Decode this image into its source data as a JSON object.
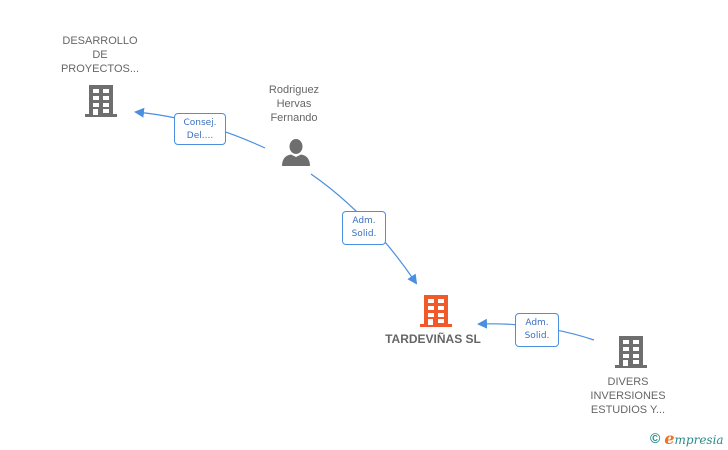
{
  "colors": {
    "edge": "#4a8fe0",
    "company_icon": "#6e6e6e",
    "main_company_icon": "#f2592a",
    "person_icon": "#6e6e6e",
    "label_text": "#666666",
    "brand_teal": "#2a8a8a",
    "brand_orange": "#f07020"
  },
  "nodes": {
    "desarrollo": {
      "type": "company",
      "icon": "building-icon",
      "label_lines": [
        "DESARROLLO",
        "DE",
        "PROYECTOS..."
      ]
    },
    "rodriguez": {
      "type": "person",
      "icon": "person-icon",
      "label_lines": [
        "Rodriguez",
        "Hervas",
        "Fernando"
      ]
    },
    "tardevinas": {
      "type": "company",
      "icon": "building-icon",
      "main": true,
      "label_lines": [
        "TARDEVIÑAS SL"
      ]
    },
    "divers": {
      "type": "company",
      "icon": "building-icon",
      "label_lines": [
        "DIVERS",
        "INVERSIONES",
        "ESTUDIOS Y..."
      ]
    }
  },
  "edges": [
    {
      "from": "rodriguez",
      "to": "desarrollo",
      "label_lines": [
        "Consej.",
        "Del...."
      ]
    },
    {
      "from": "rodriguez",
      "to": "tardevinas",
      "label_lines": [
        "Adm.",
        "Solid."
      ]
    },
    {
      "from": "divers",
      "to": "tardevinas",
      "label_lines": [
        "Adm.",
        "Solid."
      ]
    }
  ],
  "brand": {
    "copyright": "©",
    "name_first": "e",
    "name_rest": "mpresia"
  }
}
